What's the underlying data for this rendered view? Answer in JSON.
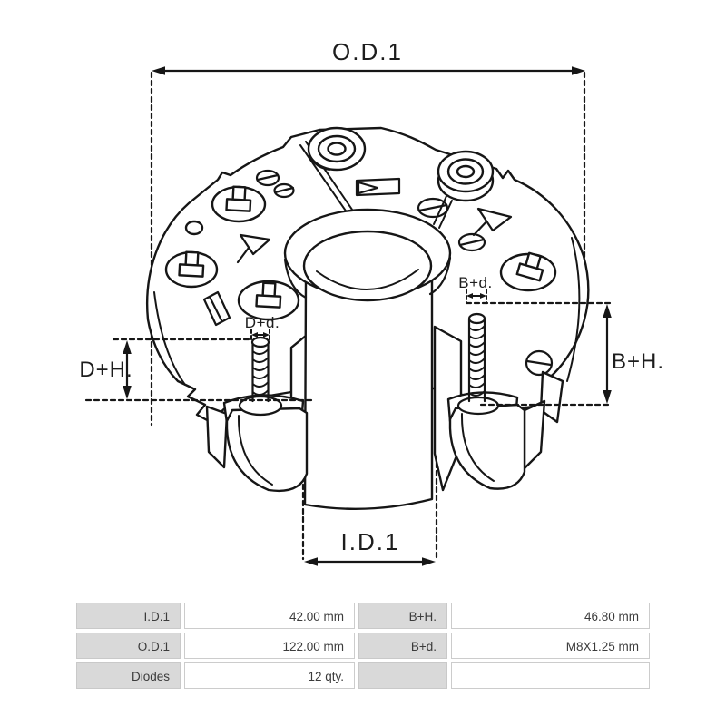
{
  "diagram": {
    "type": "technical-line-drawing",
    "subject": "alternator rectifier bridge, isometric view with dimension callouts",
    "labels": {
      "od1": "O.D.1",
      "id1": "I.D.1",
      "dh": "D+H.",
      "bh": "B+H.",
      "dd": "D+d.",
      "bd": "B+d."
    },
    "line_color": "#161616",
    "background_color": "#ffffff"
  },
  "spec_table": {
    "label_bg": "#d9d9d9",
    "border_color": "#cccccc",
    "text_color": "#3b3b3b",
    "rows": [
      {
        "label1": "I.D.1",
        "value1": "42.00 mm",
        "label2": "B+H.",
        "value2": "46.80 mm"
      },
      {
        "label1": "O.D.1",
        "value1": "122.00 mm",
        "label2": "B+d.",
        "value2": "M8X1.25 mm"
      },
      {
        "label1": "Diodes",
        "value1": "12 qty.",
        "label2": "",
        "value2": ""
      }
    ]
  }
}
